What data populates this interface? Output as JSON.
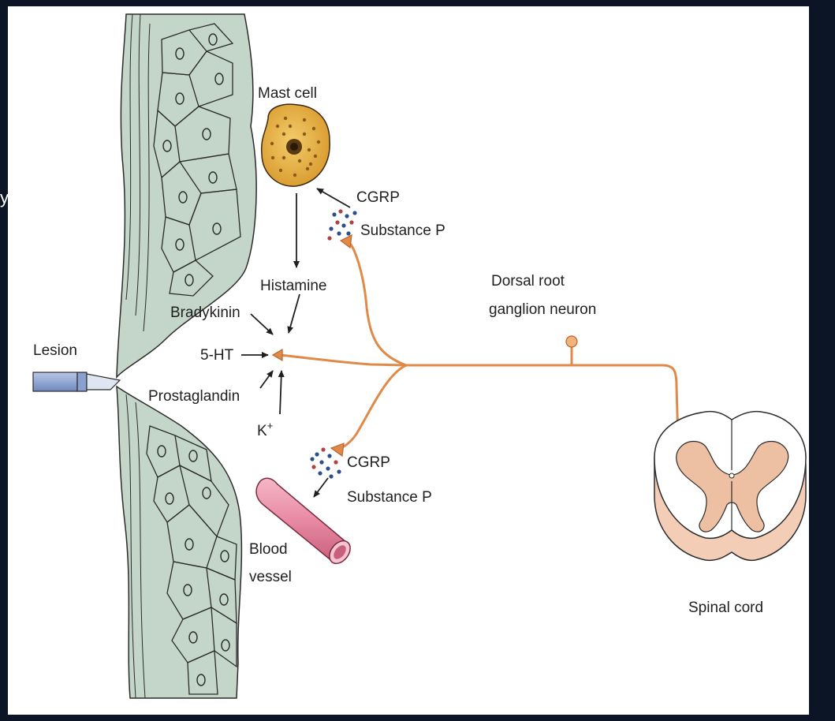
{
  "labels": {
    "mast_cell": "Mast cell",
    "cgrp_upper": "CGRP",
    "substance_p_upper": "Substance P",
    "histamine": "Histamine",
    "dorsal_root_line1": "Dorsal root",
    "dorsal_root_line2": "ganglion neuron",
    "bradykinin": "Bradykinin",
    "lesion": "Lesion",
    "five_ht": "5-HT",
    "prostaglandin": "Prostaglandin",
    "k_ion": "K",
    "k_ion_sup": "+",
    "cgrp_lower": "CGRP",
    "substance_p_lower": "Substance P",
    "blood_line1": "Blood",
    "blood_line2": "vessel",
    "spinal_cord": "Spinal cord"
  },
  "edge_glyph": "y",
  "colors": {
    "frame": "#0b1526",
    "tissue": "#c3d6c9",
    "nerve": "#e08a4a",
    "mast_cell": "#e8b84a",
    "blood_vessel": "#e98aa3",
    "spinal_cord": "#f3cdb6",
    "grey_matter": "#edbfa3",
    "dot_blue": "#2c4f8c",
    "dot_red": "#b0413e"
  }
}
